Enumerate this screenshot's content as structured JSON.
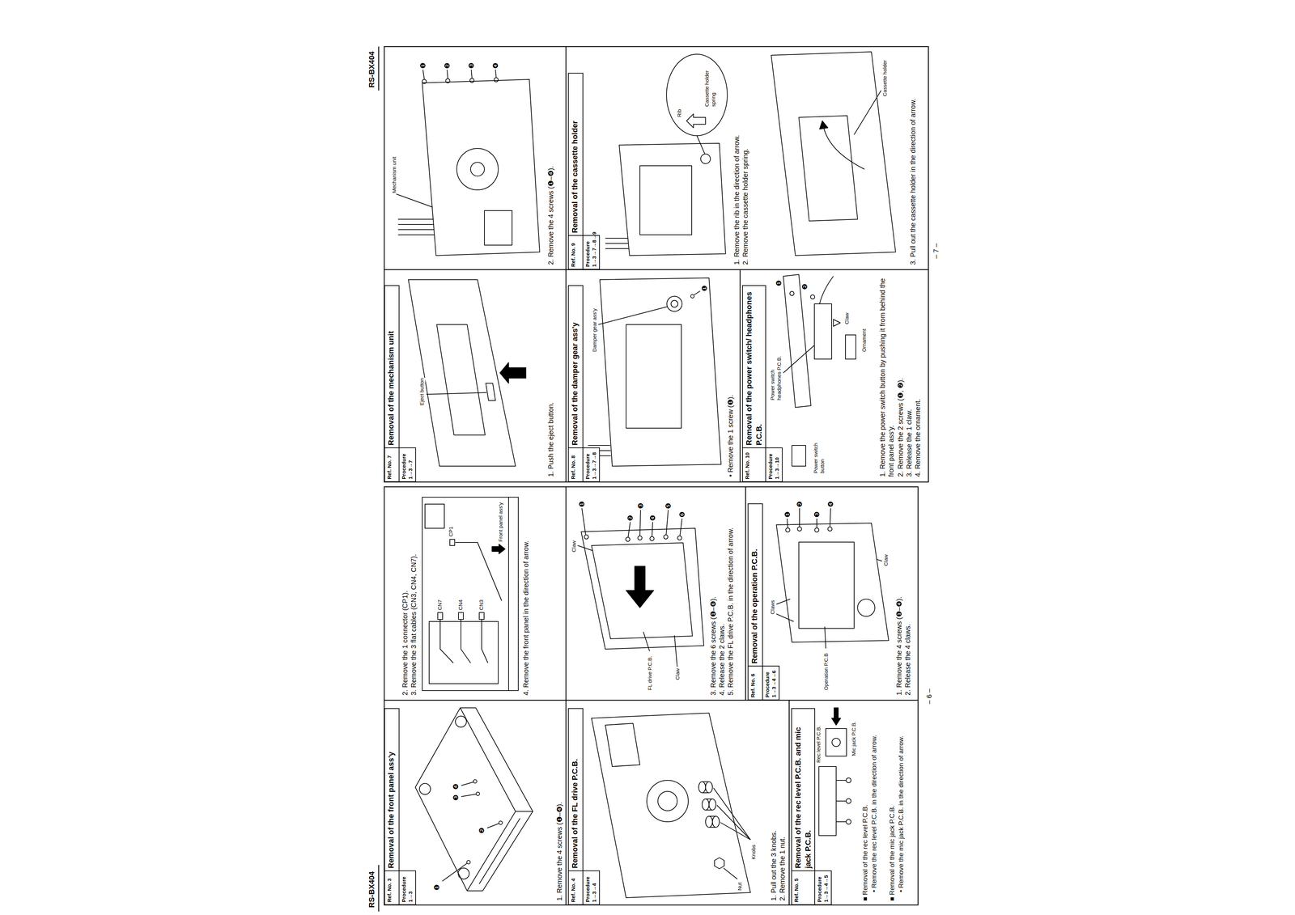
{
  "diagram": {
    "nodes": [
      {
        "text": [
          "Ref. No. 3"
        ]
      },
      {
        "text": [
          "Procedure 1→3"
        ]
      },
      {
        "text": [
          "Removal of the front panel ass'y"
        ]
      },
      {
        "text": [
          "Ref. No. 4"
        ]
      },
      {
        "text": [
          "Procedure 1→3→4"
        ]
      },
      {
        "text": [
          "Removal of the FL drive P.C.B."
        ]
      },
      {
        "text": [
          "Ref. No. 5"
        ]
      },
      {
        "text": [
          "Procedure 1→3→4→5"
        ]
      },
      {
        "text": [
          "Removal of the rec level P.C.B. and mic jack P.C.B."
        ]
      },
      {
        "text": [
          "Ref. No. 6"
        ]
      },
      {
        "text": [
          "Procedure 1→3→4→6"
        ]
      },
      {
        "text": [
          "Removal of the operation P.C.B."
        ]
      },
      {
        "text": [
          "Ref. No. 7"
        ]
      },
      {
        "text": [
          "Procedure 1→3→7"
        ]
      },
      {
        "text": [
          "Removal of the mechanism unit"
        ]
      },
      {
        "text": [
          "Ref. No. 8"
        ]
      },
      {
        "text": [
          "Procedure 1→3→7→8"
        ]
      },
      {
        "text": [
          "Removal of the damper gear ass'y"
        ]
      },
      {
        "text": [
          "Ref. No. 9"
        ]
      },
      {
        "text": [
          "Procedure 1→3→7→8→9"
        ]
      },
      {
        "text": [
          "Removal of the cassette holder"
        ]
      },
      {
        "text": [
          "Ref. No. 10"
        ]
      },
      {
        "text": [
          "Procedure 1→3→10"
        ]
      },
      {
        "text": [
          "Removal of the power switch/ headphones P.C.B."
        ]
      }
    ],
    "labels": [
      "RS-BX404",
      "1. Remove the 4 screws (❶–❹).",
      "2. Remove the 1 connector (CP1).",
      "3. Remove the 3 flat cables (CN3, CN4, CN7).",
      "4. Remove the front panel in the direction of arrow.",
      "CN7",
      "CN4",
      "CN3",
      "CP1",
      "Front panel ass'y",
      "❶",
      "❷",
      "❸",
      "❹",
      "Nut",
      "Knobs",
      "1. Pull out the 3 knobs.",
      "2. Remove the 1 nut.",
      "FL drive P.C.B.",
      "Claw",
      "Claw",
      "❶",
      "❷",
      "❸",
      "❹",
      "❺",
      "❻",
      "3. Remove the 6 screws (❶–❻).",
      "4. Release the 2 claws.",
      "5. Remove the FL drive P.C.B. in the direction of arrow.",
      "Rec level P.C.B.",
      "Mic jack P.C.B.",
      "■ Removal of the rec level P.C.B.",
      "• Remove the rec level P.C.B. in the direction of arrow.",
      "■ Removal of the mic jack P.C.B.",
      "• Remove the mic jack P.C.B. in the direction of arrow.",
      "Operation P.C.B",
      "Claws",
      "Claw",
      "❶",
      "❷",
      "❸",
      "❹",
      "1. Remove the 4 screws (❶–❹).",
      "2. Release the 4 claws.",
      "– 6 –",
      "RS-BX404",
      "Eject button",
      "1. Push the eject button.",
      "Mechanism unit",
      "❶",
      "❷",
      "❸",
      "❹",
      "2. Remove the 4 screws (❶–❹).",
      "Damper gear ass'y",
      "❶",
      "• Remove the 1 screw (❶).",
      "Rib",
      "Cassette holder spring",
      "1. Remove the rib in the direction of arrow.",
      "2. Remove the cassette holder spring.",
      "Cassette holder",
      "3. Pull out the cassette holder in the direction of arrow.",
      "Power switch headphones P.C.B.",
      "Power switch button",
      "Claw",
      "Ornament",
      "❶",
      "❷",
      "1. Remove the power switch button by pushing it from behind the front panel ass'y.",
      "2. Remove the 2 screws (❶, ❷).",
      "3. Release the 1 claw.",
      "4. Remove the ornament.",
      "– 7 –"
    ]
  }
}
